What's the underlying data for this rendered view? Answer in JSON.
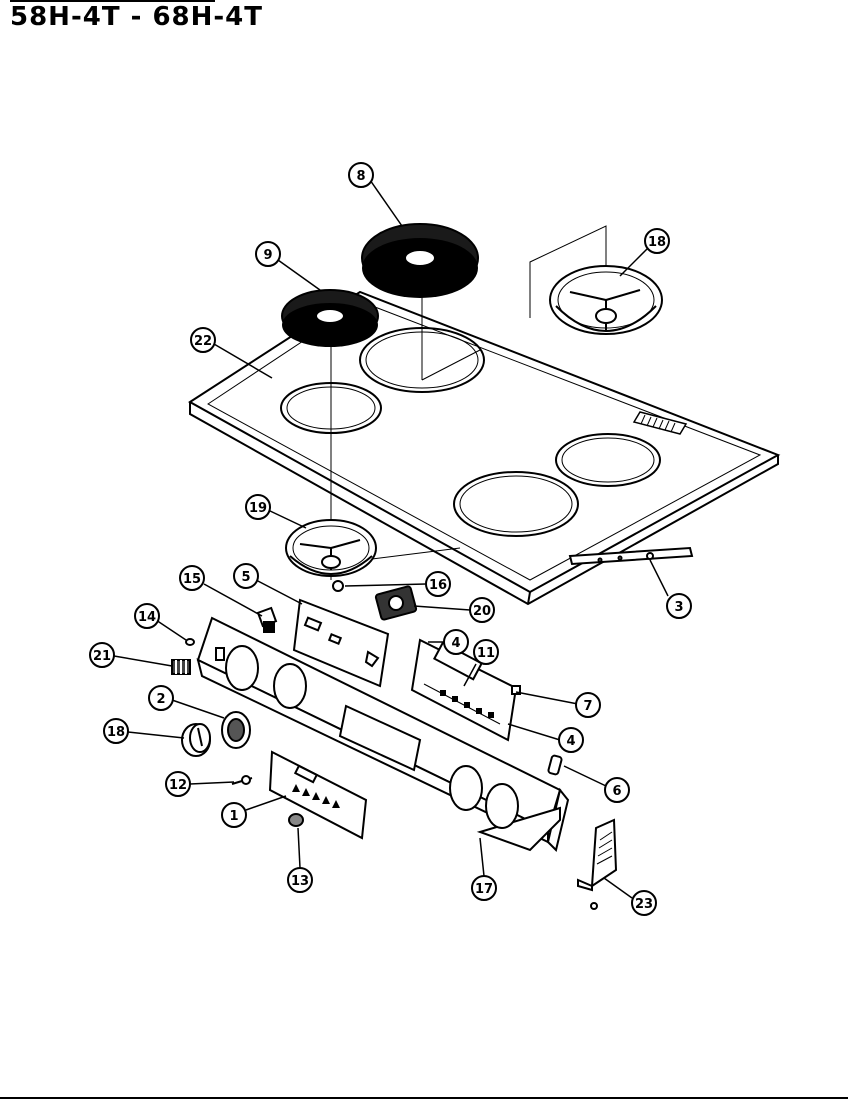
{
  "header": {
    "title": "58H-4T  -  68H-4T"
  },
  "callouts": {
    "c8": "8",
    "c9": "9",
    "c18a": "18",
    "c22": "22",
    "c19": "19",
    "c15": "15",
    "c5": "5",
    "c16": "16",
    "c3": "3",
    "c20": "20",
    "c14": "14",
    "c4a": "4",
    "c11": "11",
    "c21": "21",
    "c7": "7",
    "c2": "2",
    "c18b": "18",
    "c4b": "4",
    "c6": "6",
    "c12": "12",
    "c1": "1",
    "c13": "13",
    "c17": "17",
    "c23": "23"
  }
}
